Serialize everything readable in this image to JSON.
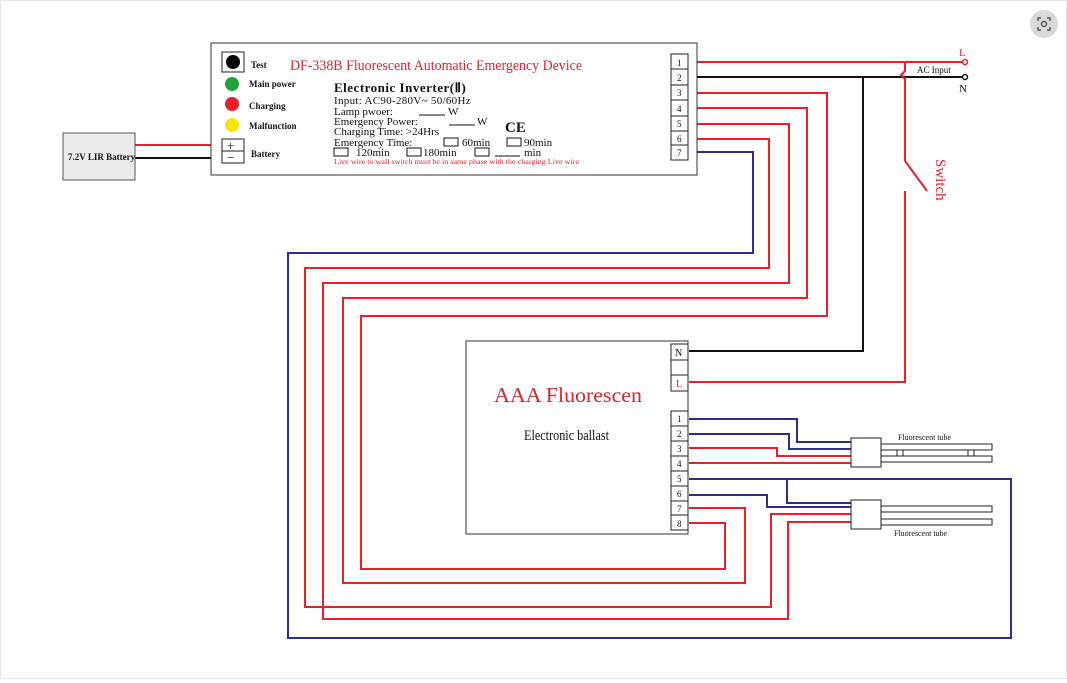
{
  "device": {
    "title": "DF-338B Fluorescent Automatic Emergency Device",
    "heading": "Electronic Inverter(Ⅱ)",
    "line_input": "Input: AC90-280V~ 50/60Hz",
    "line_lamp": "Lamp pwoer:",
    "line_lamp_unit": "W",
    "line_emergency_power": "Emergency Power:",
    "line_emergency_unit": "W",
    "line_charging": "Charging Time:  >24Hrs",
    "emergency_time_label": "Emergency Time:",
    "opt_60": "60min",
    "opt_90": "90min",
    "opt_120": "120min",
    "opt_180": "180min",
    "opt_min": "min",
    "ce_mark": "CE",
    "note": "Live wire to wall switch  must be in same phase with the charging  Live wire",
    "indicators": [
      {
        "label": "Test",
        "color": "#000000"
      },
      {
        "label": "Main power",
        "color": "#1fa33b"
      },
      {
        "label": "Charging",
        "color": "#e8202a"
      },
      {
        "label": "Malfunction",
        "color": "#f5e60a"
      }
    ],
    "battery_label": "Battery",
    "battery_plus": "+",
    "battery_minus": "−",
    "terminals": [
      "1",
      "2",
      "3",
      "4",
      "5",
      "6",
      "7"
    ]
  },
  "battery": {
    "label": "7.2V LIR Battery"
  },
  "ac_input": {
    "label": "AC Input",
    "live": "L",
    "neutral": "N"
  },
  "switch": {
    "label": "Switch"
  },
  "ballast": {
    "title": "AAA Fluorescen",
    "subtitle": "Electronic ballast",
    "power_terminals": [
      "N",
      "",
      "L"
    ],
    "terminals": [
      "1",
      "2",
      "3",
      "4",
      "5",
      "6",
      "7",
      "8"
    ]
  },
  "tubes": [
    {
      "label": "Fluorescent tube"
    },
    {
      "label": "Fluorescent tube"
    }
  ],
  "colors": {
    "red": "#e8202a",
    "blue": "#2b2f8f",
    "black": "#111111",
    "title_red": "#d8262e"
  },
  "icons": {
    "lens": "image-search-icon"
  }
}
